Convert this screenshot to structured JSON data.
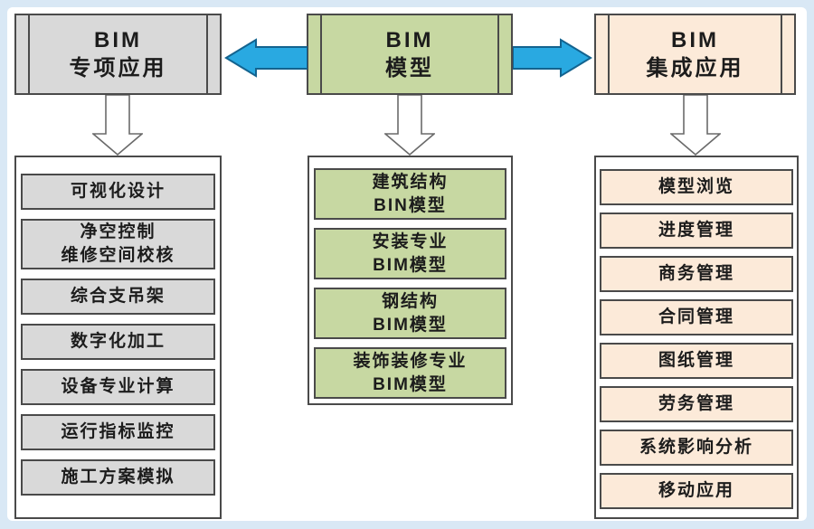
{
  "colors": {
    "page_background": "#d9e8f5",
    "canvas_background": "#ffffff",
    "special_fill": "#d9d9d9",
    "model_fill": "#c7d8a2",
    "integrated_fill": "#fcead9",
    "box_border": "#4a4a4a",
    "arrow_blue": "#29a9e1",
    "arrow_blue_border": "#13638f",
    "down_arrow_outline": "#6a6a6a",
    "text": "#1c1c1c"
  },
  "columns": [
    {
      "id": "special-applications",
      "header": "BIM\n专项应用",
      "items": [
        "可视化设计",
        "净空控制\n维修空间校核",
        "综合支吊架",
        "数字化加工",
        "设备专业计算",
        "运行指标监控",
        "施工方案模拟"
      ]
    },
    {
      "id": "bim-model",
      "header": "BIM\n模型",
      "items": [
        "建筑结构\nBIN模型",
        "安装专业\nBIM模型",
        "钢结构\nBIM模型",
        "装饰装修专业\nBIM模型"
      ]
    },
    {
      "id": "integrated-applications",
      "header": "BIM\n集成应用",
      "items": [
        "模型浏览",
        "进度管理",
        "商务管理",
        "合同管理",
        "图纸管理",
        "劳务管理",
        "系统影响分析",
        "移动应用"
      ]
    }
  ]
}
